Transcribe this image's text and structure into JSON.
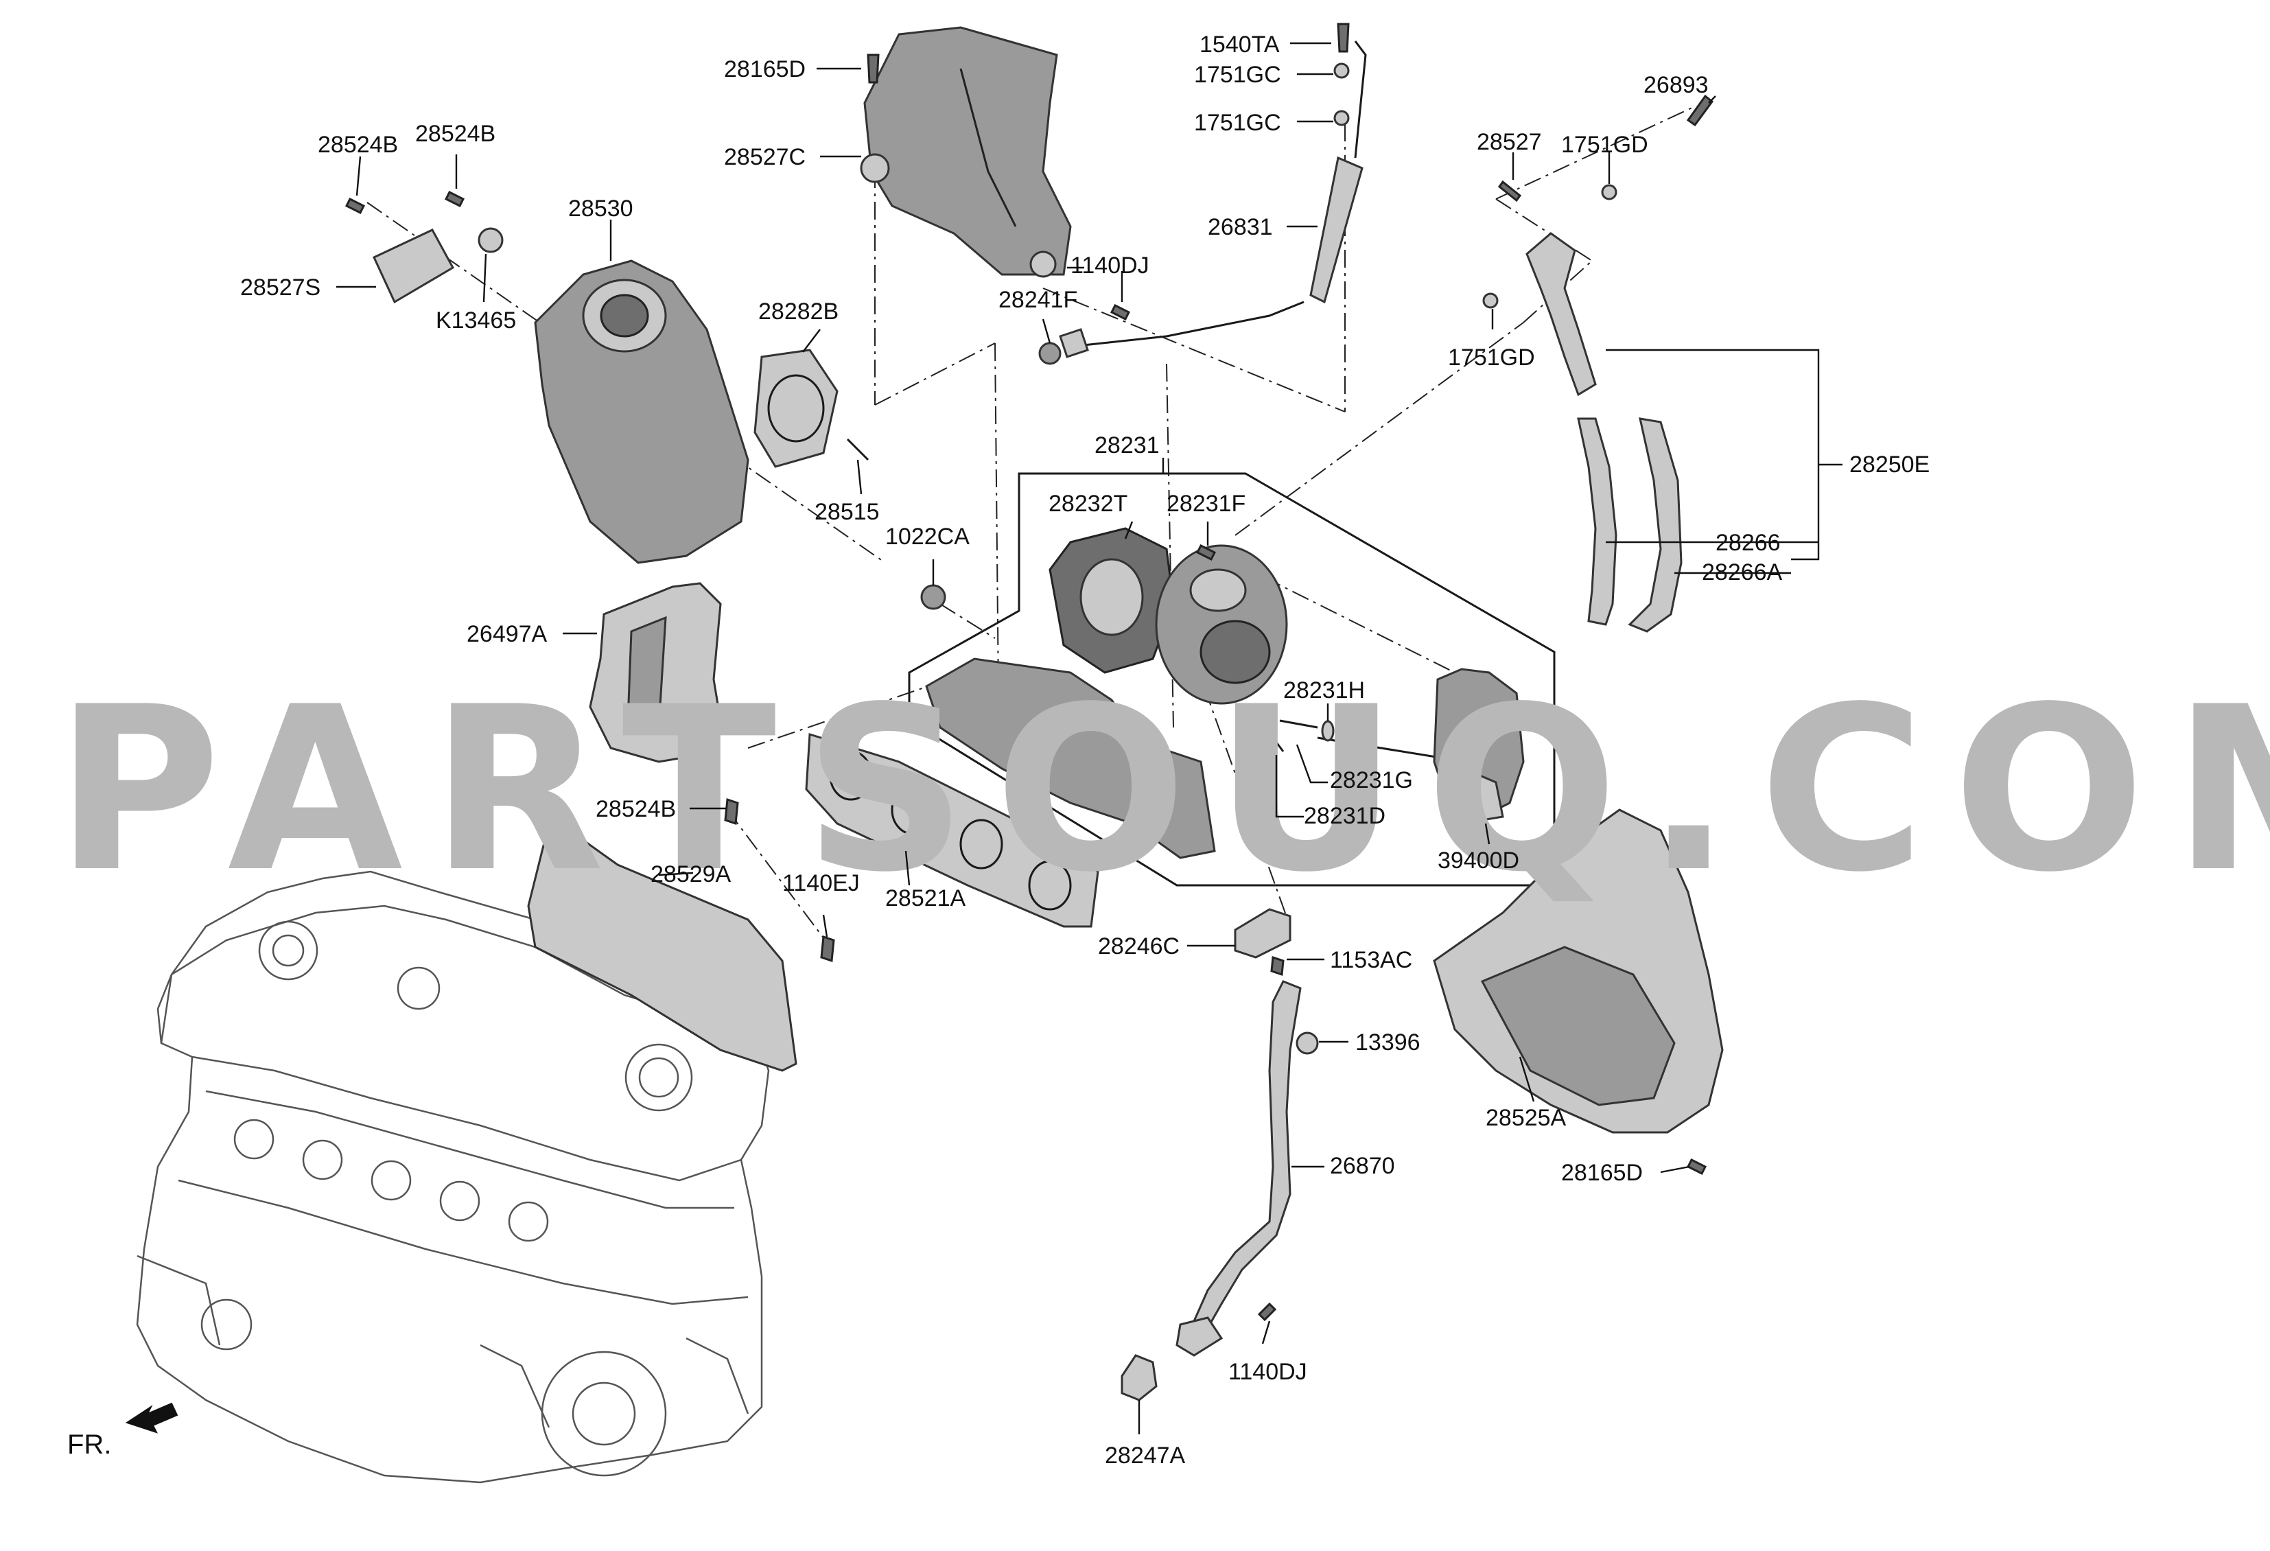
{
  "watermark": "PARTSOUQ.COM",
  "orientation": {
    "label": "FR."
  },
  "callouts": [
    {
      "id": "c28165D-top",
      "text": "28165D"
    },
    {
      "id": "c28527C",
      "text": "28527C"
    },
    {
      "id": "c1540TA",
      "text": "1540TA"
    },
    {
      "id": "c1751GC-a",
      "text": "1751GC"
    },
    {
      "id": "c1751GC-b",
      "text": "1751GC"
    },
    {
      "id": "c26893",
      "text": "26893"
    },
    {
      "id": "c28524B-a",
      "text": "28524B"
    },
    {
      "id": "c28524B-b",
      "text": "28524B"
    },
    {
      "id": "c28527",
      "text": "28527"
    },
    {
      "id": "c1751GD-a",
      "text": "1751GD"
    },
    {
      "id": "c28530",
      "text": "28530"
    },
    {
      "id": "c26831",
      "text": "26831"
    },
    {
      "id": "c1140DJ-top",
      "text": "1140DJ"
    },
    {
      "id": "c28527S",
      "text": "28527S"
    },
    {
      "id": "c28241F",
      "text": "28241F"
    },
    {
      "id": "cK13465",
      "text": "K13465"
    },
    {
      "id": "c28282B",
      "text": "28282B"
    },
    {
      "id": "c1751GD-b",
      "text": "1751GD"
    },
    {
      "id": "c28231",
      "text": "28231"
    },
    {
      "id": "c28250E",
      "text": "28250E"
    },
    {
      "id": "c28515",
      "text": "28515"
    },
    {
      "id": "c28232T",
      "text": "28232T"
    },
    {
      "id": "c28231F",
      "text": "28231F"
    },
    {
      "id": "c1022CA",
      "text": "1022CA"
    },
    {
      "id": "c28266",
      "text": "28266"
    },
    {
      "id": "c28266A",
      "text": "28266A"
    },
    {
      "id": "c26497A",
      "text": "26497A"
    },
    {
      "id": "c28231H",
      "text": "28231H"
    },
    {
      "id": "c28231G",
      "text": "28231G"
    },
    {
      "id": "c28524B-c",
      "text": "28524B"
    },
    {
      "id": "c28231D",
      "text": "28231D"
    },
    {
      "id": "c39400D",
      "text": "39400D"
    },
    {
      "id": "c28529A",
      "text": "28529A"
    },
    {
      "id": "c1140EJ",
      "text": "1140EJ"
    },
    {
      "id": "c28521A",
      "text": "28521A"
    },
    {
      "id": "c28246C",
      "text": "28246C"
    },
    {
      "id": "c1153AC",
      "text": "1153AC"
    },
    {
      "id": "c13396",
      "text": "13396"
    },
    {
      "id": "c28525A",
      "text": "28525A"
    },
    {
      "id": "c26870",
      "text": "26870"
    },
    {
      "id": "c28165D-bottom",
      "text": "28165D"
    },
    {
      "id": "c1140DJ-bottom",
      "text": "1140DJ"
    },
    {
      "id": "c28247A",
      "text": "28247A"
    }
  ]
}
